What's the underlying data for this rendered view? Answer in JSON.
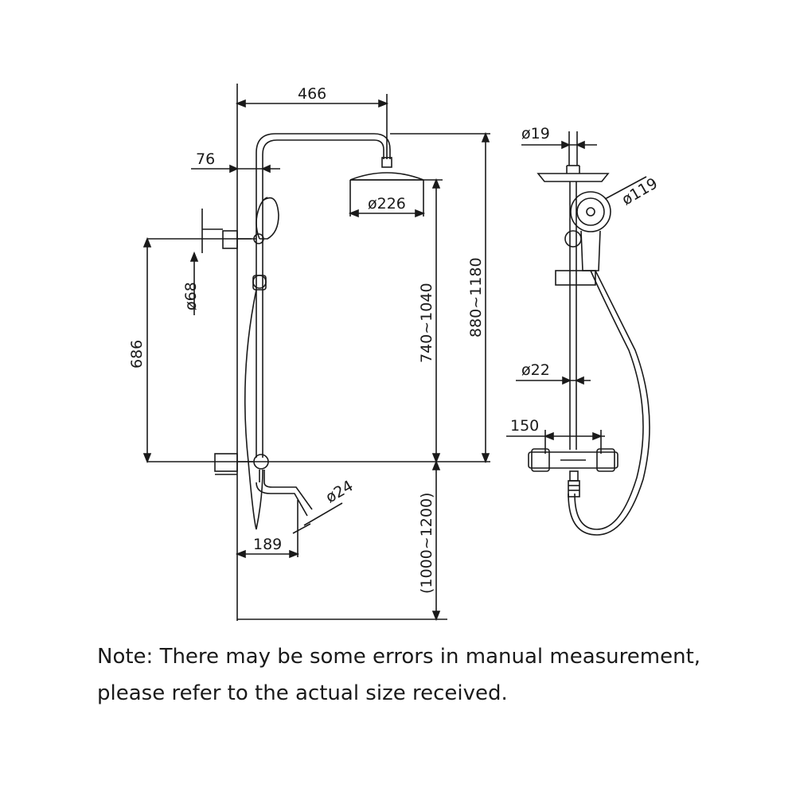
{
  "dimensions": {
    "arm_length": "466",
    "arm_offset": "76",
    "head_diameter": "ø226",
    "pipe_diameter_top": "ø68",
    "rail_length": "686",
    "height_adjust": "740~1040",
    "total_height": "880~1180",
    "spout_diameter": "ø24",
    "spout_length": "189",
    "mount_height": "(1000~1200)",
    "riser_diameter_top": "ø19",
    "handset_diameter": "ø119",
    "riser_diameter": "ø22",
    "valve_centers": "150"
  },
  "note": {
    "line1": "Note: There may be some errors in manual measurement,",
    "line2": "please refer to the actual size received."
  },
  "colors": {
    "line": "#1a1a1a",
    "background": "#ffffff"
  }
}
